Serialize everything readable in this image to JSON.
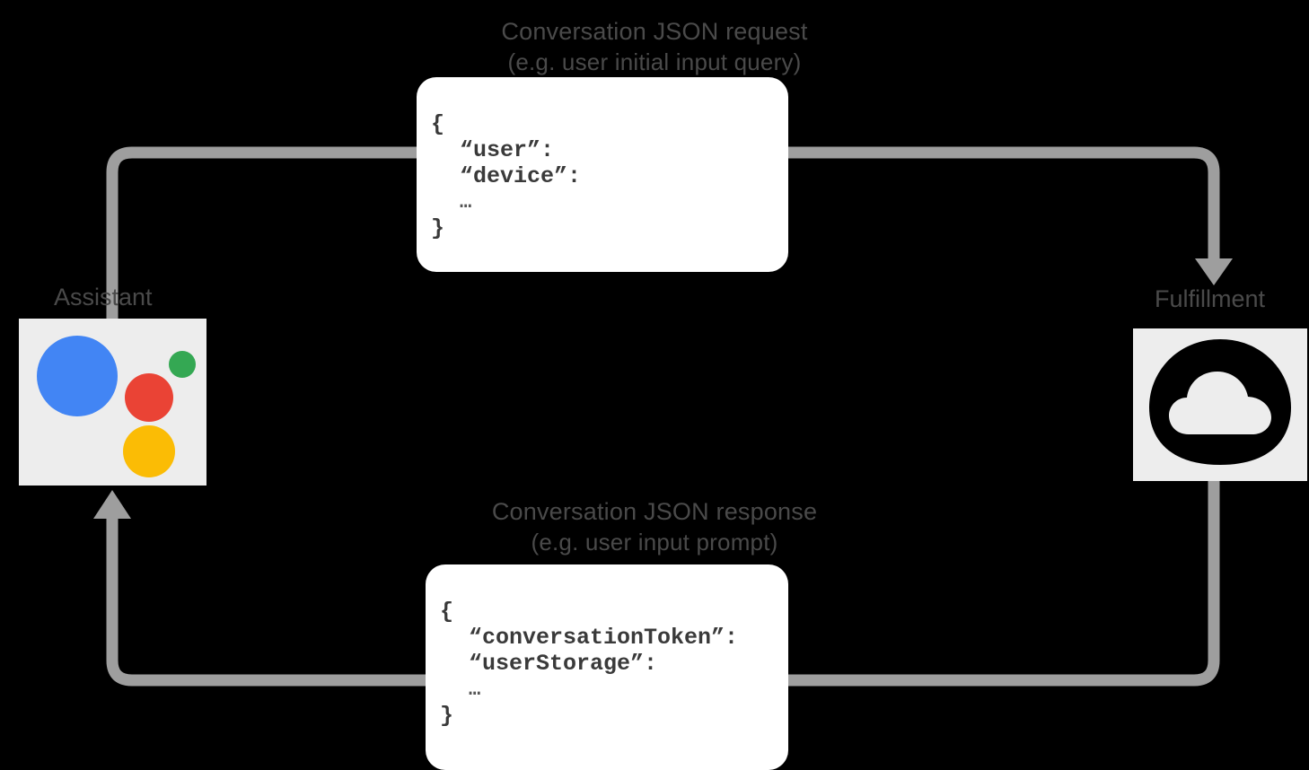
{
  "diagram": {
    "title_request_line1": "Conversation JSON request",
    "title_request_line2": "(e.g. user initial input query)",
    "title_response_line1": "Conversation JSON response",
    "title_response_line2": "(e.g. user input prompt)",
    "nodes": {
      "assistant_label": "Assistant",
      "fulfillment_label": "Fulfillment",
      "assistant_icon": "google-assistant-icon",
      "fulfillment_icon": "cloud-functions-icon"
    },
    "request_bubble": {
      "open_brace": "{",
      "key_user": "“user”:",
      "key_device": "“device”:",
      "ellipsis": "…",
      "close_brace": "}"
    },
    "response_bubble": {
      "open_brace": "{",
      "key_conversation_token": "“conversationToken”:",
      "key_user_storage": "“userStorage”:",
      "ellipsis": "…",
      "close_brace": "}"
    },
    "colors": {
      "background": "#000000",
      "arrow": "#9e9e9e",
      "caption_text": "#4a4a4a",
      "bubble_background": "#ffffff",
      "bubble_text": "#3a3a3a",
      "icon_tile_background": "#ededed",
      "assistant_blue": "#4285f4",
      "assistant_red": "#ea4335",
      "assistant_yellow": "#fbbc05",
      "assistant_green": "#34a853",
      "fulfillment_black": "#000000"
    },
    "arrows": [
      {
        "name": "request-arrow",
        "from": "assistant",
        "to": "fulfillment",
        "direction": "down"
      },
      {
        "name": "response-arrow",
        "from": "fulfillment",
        "to": "assistant",
        "direction": "up"
      }
    ]
  }
}
